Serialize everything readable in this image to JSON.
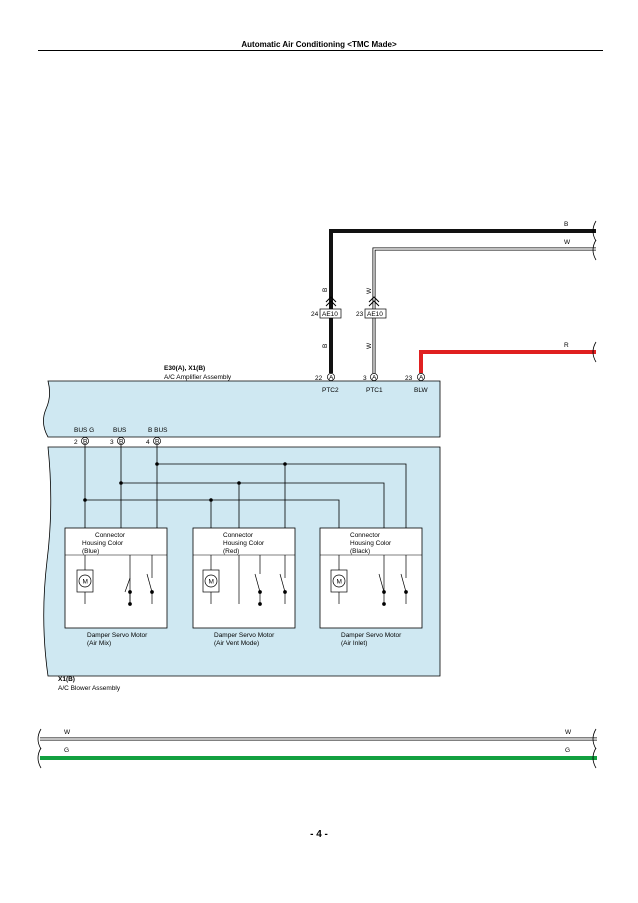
{
  "header": {
    "title": "Automatic Air Conditioning <TMC Made>"
  },
  "footer": {
    "page_number": "- 4 -"
  },
  "colors": {
    "housing_fill": "#cfe8f2",
    "wire_black": "#111111",
    "wire_red": "#e02020",
    "wire_green": "#12a040"
  },
  "top_wires": {
    "b": "B",
    "w": "W",
    "r": "R"
  },
  "junction": {
    "left_pin": "24",
    "left_label": "AE10",
    "right_pin": "23",
    "right_label": "AE10",
    "wire_b_upper": "B",
    "wire_b_lower": "B",
    "wire_w_upper": "W",
    "wire_w_lower": "W"
  },
  "amplifier": {
    "name": "E30(A), X1(B)",
    "description": "A/C Amplifier Assembly",
    "pins": [
      {
        "num": "22",
        "conn": "A",
        "label": "PTC2"
      },
      {
        "num": "3",
        "conn": "A",
        "label": "PTC1"
      },
      {
        "num": "23",
        "conn": "A",
        "label": "BLW"
      }
    ]
  },
  "bus_pins": [
    {
      "label": "BUS G",
      "num": "2",
      "conn": "B"
    },
    {
      "label": "BUS",
      "num": "3",
      "conn": "B"
    },
    {
      "label": "B BUS",
      "num": "4",
      "conn": "B"
    }
  ],
  "motors": [
    {
      "connector_l1": "Connector",
      "connector_l2": "Housing Color",
      "connector_l3": "(Blue)",
      "motor_symbol": "M",
      "name_l1": "Damper Servo Motor",
      "name_l2": "(Air Mix)"
    },
    {
      "connector_l1": "Connector",
      "connector_l2": "Housing Color",
      "connector_l3": "(Red)",
      "motor_symbol": "M",
      "name_l1": "Damper Servo Motor",
      "name_l2": "(Air Vent Mode)"
    },
    {
      "connector_l1": "Connector",
      "connector_l2": "Housing Color",
      "connector_l3": "(Black)",
      "motor_symbol": "M",
      "name_l1": "Damper Servo Motor",
      "name_l2": "(Air Inlet)"
    }
  ],
  "blower": {
    "name": "X1(B)",
    "description": "A/C Blower Assembly"
  },
  "bottom_wires": {
    "w_left": "W",
    "w_right": "W",
    "g_left": "G",
    "g_right": "G"
  }
}
